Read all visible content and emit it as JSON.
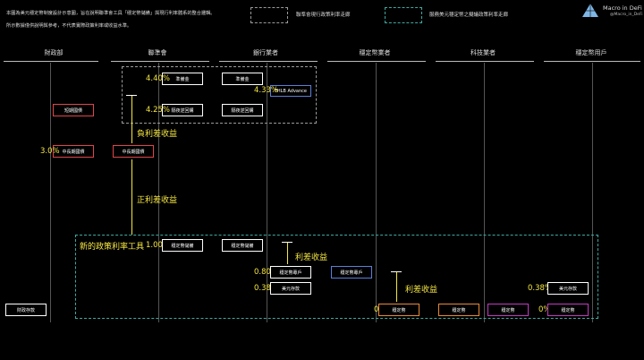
{
  "note": {
    "line1": "本圖為美元穩定幣制度設計示意圖，旨在說明聯準會工具「穩定幣儲備」與現行利率體系的整合邏輯。",
    "line2": "所示數據僅供說明與參考，不代表實際政策利率或收益水準。"
  },
  "legend": {
    "current_label": "聯準會現行政策利率走廊",
    "stable_label": "服務美元穩定幣之擬議政策利率走廊",
    "current_color": "#9a9a9a",
    "stable_color": "#3fa9a0"
  },
  "logo": {
    "name": "Macro in DeFi",
    "handle": "@Macro_in_DeFi"
  },
  "columns": [
    "財政部",
    "聯準會",
    "銀行業者",
    "穩定幣業者",
    "科技業者",
    "穩定幣用戶"
  ],
  "boxes": {
    "reserve1": "準備金",
    "reserve2": "準備金",
    "fhlb": "FHLB Advance",
    "short_bill": "短期國債",
    "rrp1": "隔夜逆回購",
    "rrp2": "隔夜逆回購",
    "mid_bond1": "中長期國債",
    "mid_bond2": "中長期國債",
    "sc_reserve1": "穩定幣儲備",
    "sc_reserve2": "穩定幣儲備",
    "sc_account1": "穩定幣專戶",
    "sc_account2": "穩定幣專戶",
    "usd_deposit1": "美元存款",
    "usd_deposit2": "美元存款",
    "treasury_deposit": "財政存款",
    "sc_a": "穩定幣",
    "sc_b": "穩定幣",
    "sc_c": "穩定幣",
    "sc_d": "穩定幣"
  },
  "rates": {
    "r440": "4.40%",
    "r433": "4.33%",
    "r425": "4.25%",
    "r300": "3.0%",
    "r100": "1.00%",
    "r080": "0.80%",
    "r038a": "0.38%",
    "r038b": "0.38%",
    "r0a": "0%",
    "r0b": "0%"
  },
  "labels": {
    "negative_spread": "負利差收益",
    "positive_spread": "正利差收益",
    "new_tool": "新的政策利率工具",
    "spread1": "利差收益",
    "spread2": "利差收益"
  },
  "colors": {
    "red": "#e0454a",
    "white": "#ffffff",
    "blue": "#5b7fd6",
    "orange": "#e88a3a",
    "magenta": "#c23bc2",
    "yellow": "#f5e642"
  }
}
